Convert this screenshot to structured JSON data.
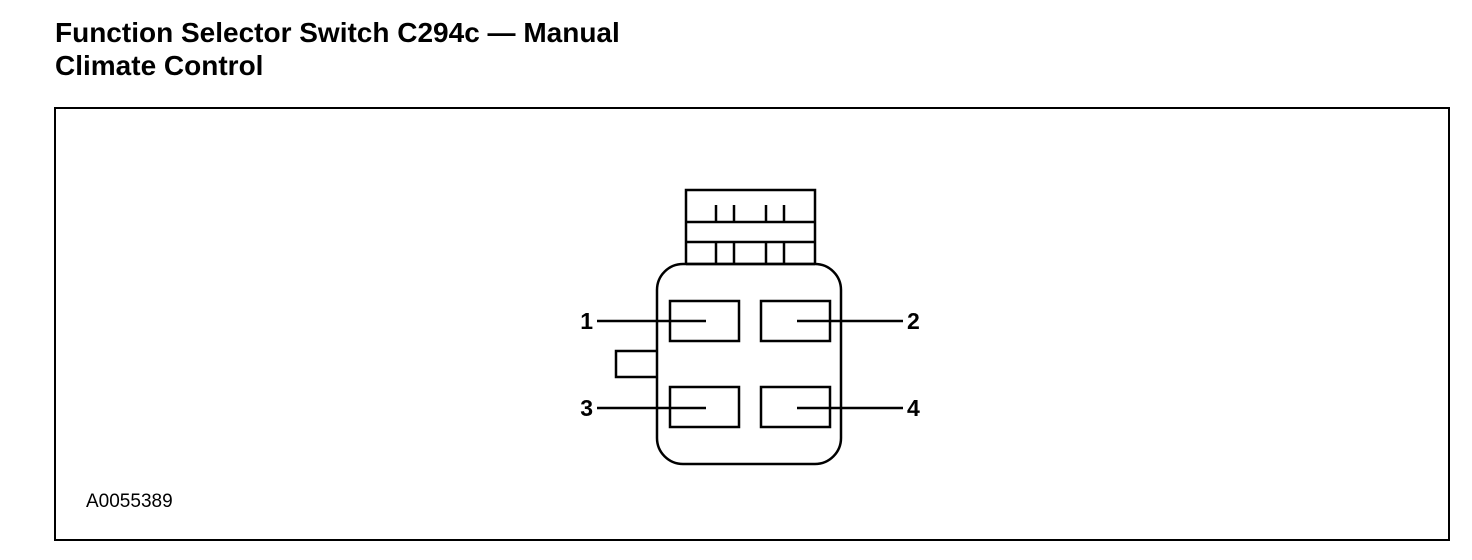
{
  "title": {
    "line1": "Function Selector Switch C294c — Manual",
    "line2": "Climate Control"
  },
  "diagram": {
    "figure_id": "A0055389",
    "pins": [
      {
        "label": "1"
      },
      {
        "label": "2"
      },
      {
        "label": "3"
      },
      {
        "label": "4"
      }
    ],
    "line_color": "#000000",
    "background_color": "#ffffff"
  }
}
